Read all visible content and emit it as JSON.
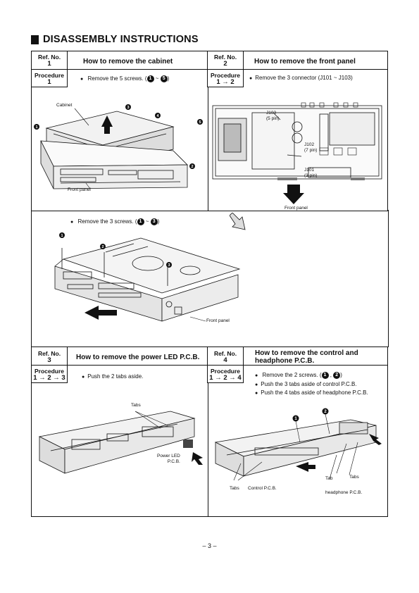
{
  "header": {
    "title": "DISASSEMBLY INSTRUCTIONS"
  },
  "ref_label": "Ref. No.",
  "procedure_label": "Procedure",
  "sections": [
    {
      "ref": "1",
      "title": "How to remove the cabinet",
      "procedure": "1",
      "steps": [
        {
          "prefix": "Remove the 5 screws. (",
          "n1": "1",
          "sep": "~",
          "n2": "5",
          "suffix": ")"
        },
        {
          "prefix": "Remove the 3 screws. (",
          "n1": "1",
          "sep": "~",
          "n2": "3",
          "suffix": ")"
        }
      ],
      "labels": {
        "cabinet": "Cabinet",
        "front_panel": "Front panel",
        "front_panel_2": "Front panel"
      },
      "callouts": [
        "1",
        "2",
        "3",
        "4",
        "5",
        "1",
        "2",
        "3"
      ]
    },
    {
      "ref": "2",
      "title": "How to remove the front panel",
      "procedure": "1 → 2",
      "steps": [
        {
          "text": "Remove the 3 connector (J101 ~ J103)"
        }
      ],
      "labels": {
        "j103": "J103",
        "j103_pins": "(5 pin)",
        "j102": "J102",
        "j102_pins": "(7 pin)",
        "j101": "J101",
        "j101_pins": "(3 pin)",
        "front_panel": "Front panel"
      }
    },
    {
      "ref": "3",
      "title": "How to remove the power LED P.C.B.",
      "procedure": "1 → 2 → 3",
      "steps": [
        {
          "text": "Push the 2 tabs aside."
        }
      ],
      "labels": {
        "tabs": "Tabs",
        "power_led": "Power LED",
        "pcb": "P.C.B."
      }
    },
    {
      "ref": "4",
      "title": "How to remove the control and headphone P.C.B.",
      "procedure": "1 → 2 → 4",
      "steps": [
        {
          "prefix": "Remove the 2 screws. (",
          "n1": "1",
          "sep": ",",
          "n2": "2",
          "suffix": ")"
        },
        {
          "text": "Push the 3 tabs aside of control P.C.B."
        },
        {
          "text": "Push the 4 tabs aside of headphone P.C.B."
        }
      ],
      "labels": {
        "tab": "Tab",
        "tabs_right": "Tabs",
        "tabs_left": "Tabs",
        "control_pcb": "Control P.C.B.",
        "headphone_pcb": "headphone P.C.B."
      },
      "callouts": [
        "1",
        "2"
      ]
    }
  ],
  "footer": {
    "page": "– 3 –"
  }
}
